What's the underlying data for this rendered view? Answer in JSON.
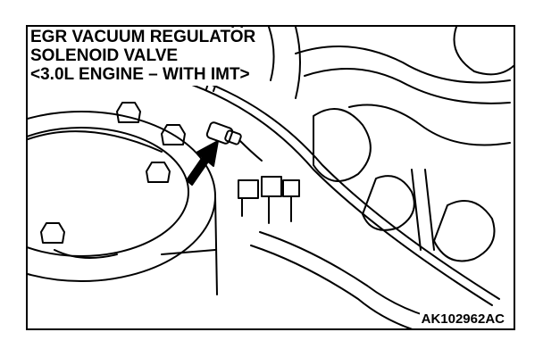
{
  "title": {
    "line1": "EGR VACUUM REGULATOR",
    "line2": "SOLENOID VALVE",
    "line3": "<3.0L ENGINE – WITH IMT>"
  },
  "figure_code": "AK102962AC",
  "colors": {
    "ink": "#000000",
    "paper": "#ffffff"
  }
}
